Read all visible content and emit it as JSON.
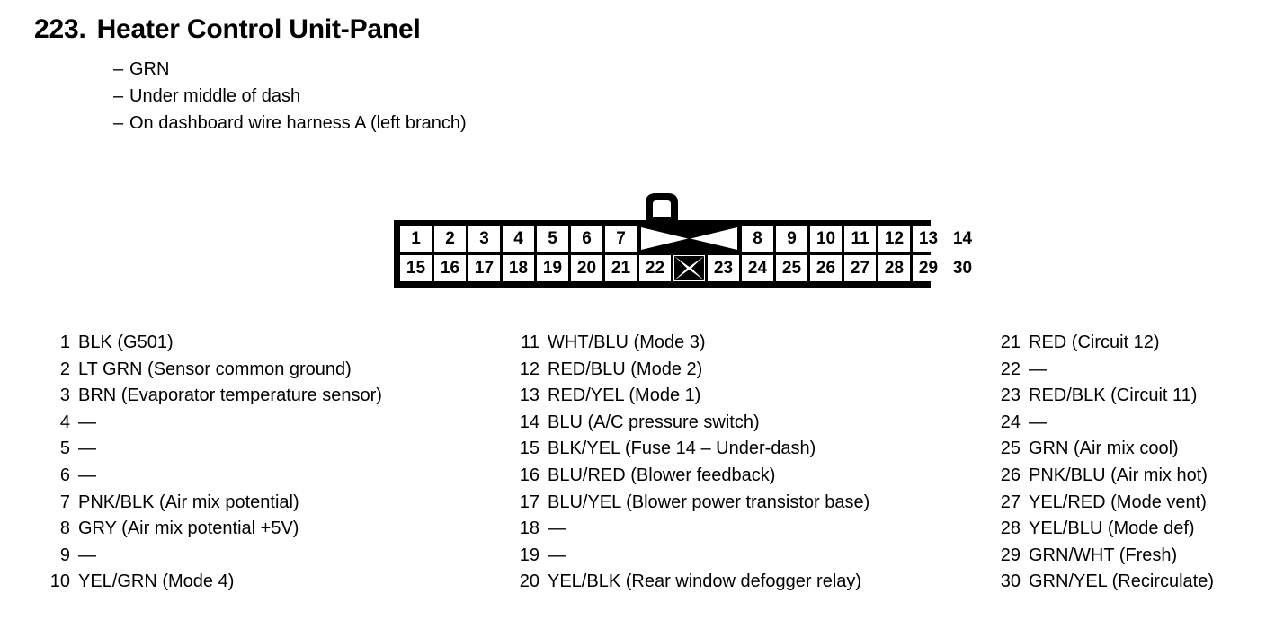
{
  "header": {
    "number": "223.",
    "title": "Heater Control Unit-Panel",
    "bullets": [
      "GRN",
      "Under middle of dash",
      "On dashboard wire harness A (left branch)"
    ],
    "bullet_marker": "–"
  },
  "connector": {
    "top_row": [
      "1",
      "2",
      "3",
      "4",
      "5",
      "6",
      "7",
      "BLANK_WIDE",
      "8",
      "9",
      "10",
      "11",
      "12",
      "13",
      "14"
    ],
    "bottom_row": [
      "15",
      "16",
      "17",
      "18",
      "19",
      "20",
      "21",
      "22",
      "BLANK_NARROW",
      "23",
      "24",
      "25",
      "26",
      "27",
      "28",
      "29",
      "30"
    ],
    "latch_icon": "connector-latch-tab",
    "blank_icon": "crossed-out-cavity"
  },
  "pins": {
    "column_1": [
      {
        "num": "1",
        "label": "BLK (G501)"
      },
      {
        "num": "2",
        "label": "LT GRN (Sensor common ground)"
      },
      {
        "num": "3",
        "label": "BRN (Evaporator temperature sensor)"
      },
      {
        "num": "4",
        "label": "—"
      },
      {
        "num": "5",
        "label": "—"
      },
      {
        "num": "6",
        "label": "—"
      },
      {
        "num": "7",
        "label": "PNK/BLK (Air mix potential)"
      },
      {
        "num": "8",
        "label": "GRY (Air mix potential +5V)"
      },
      {
        "num": "9",
        "label": "—"
      },
      {
        "num": "10",
        "label": "YEL/GRN (Mode 4)"
      }
    ],
    "column_2": [
      {
        "num": "11",
        "label": "WHT/BLU (Mode 3)"
      },
      {
        "num": "12",
        "label": "RED/BLU (Mode 2)"
      },
      {
        "num": "13",
        "label": "RED/YEL (Mode 1)"
      },
      {
        "num": "14",
        "label": "BLU (A/C pressure switch)"
      },
      {
        "num": "15",
        "label": "BLK/YEL (Fuse 14 – Under-dash)"
      },
      {
        "num": "16",
        "label": "BLU/RED (Blower feedback)"
      },
      {
        "num": "17",
        "label": "BLU/YEL (Blower power transistor base)"
      },
      {
        "num": "18",
        "label": "—"
      },
      {
        "num": "19",
        "label": "—"
      },
      {
        "num": "20",
        "label": "YEL/BLK (Rear window defogger relay)"
      }
    ],
    "column_3": [
      {
        "num": "21",
        "label": "RED (Circuit 12)"
      },
      {
        "num": "22",
        "label": "—"
      },
      {
        "num": "23",
        "label": "RED/BLK (Circuit 11)"
      },
      {
        "num": "24",
        "label": "—"
      },
      {
        "num": "25",
        "label": "GRN (Air mix cool)"
      },
      {
        "num": "26",
        "label": "PNK/BLU (Air mix hot)"
      },
      {
        "num": "27",
        "label": "YEL/RED (Mode vent)"
      },
      {
        "num": "28",
        "label": "YEL/BLU (Mode def)"
      },
      {
        "num": "29",
        "label": "GRN/WHT (Fresh)"
      },
      {
        "num": "30",
        "label": "GRN/YEL (Recirculate)"
      }
    ]
  },
  "colors": {
    "ink": "#000000",
    "paper": "#ffffff"
  }
}
